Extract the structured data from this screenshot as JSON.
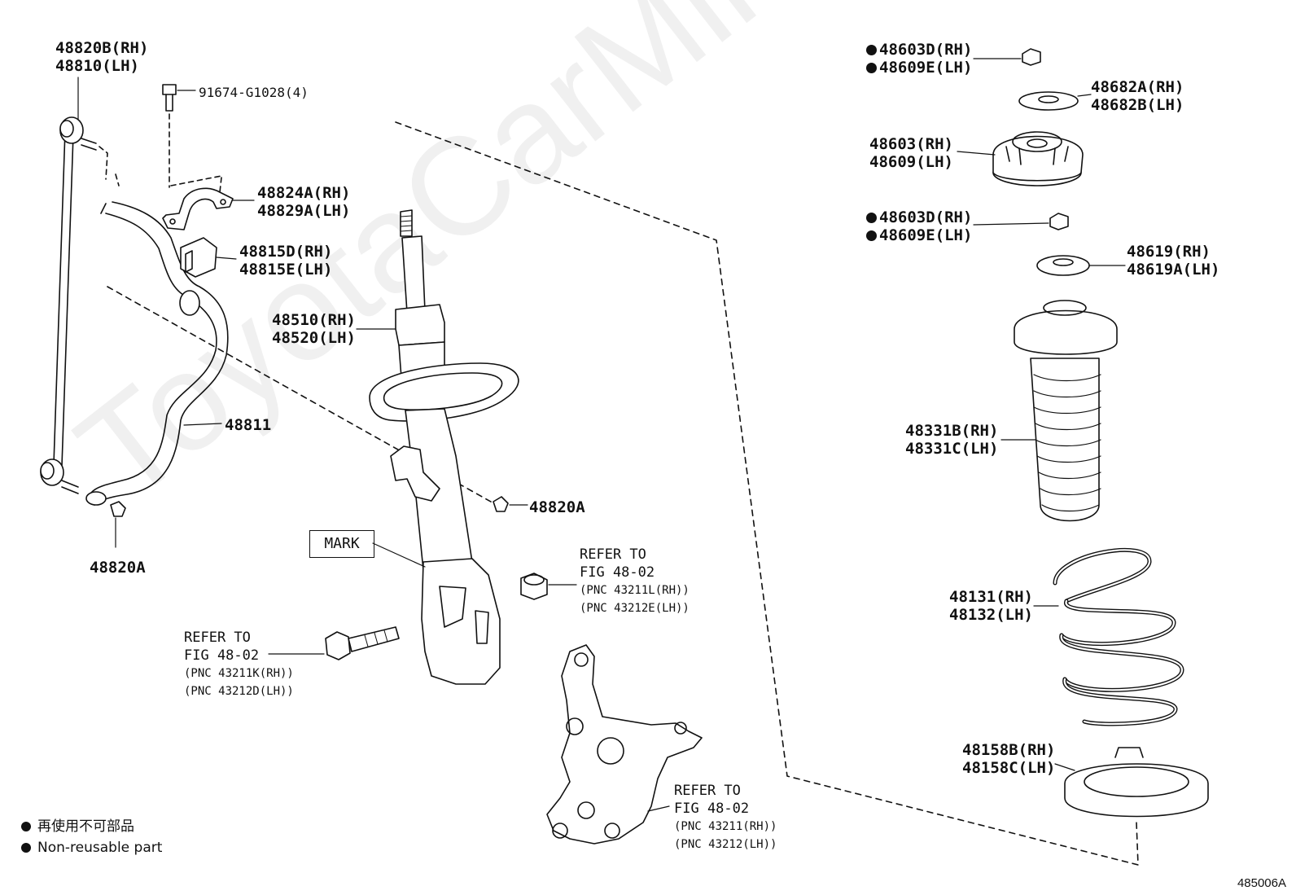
{
  "watermark": "ToyotaCarMirror.ru",
  "figure_code": "485006A",
  "legend": {
    "jp": "再使用不可部品",
    "en": "Non-reusable part"
  },
  "mark_label": "MARK",
  "labels": {
    "stab_link": [
      "48820B(RH)",
      "48810(LH)"
    ],
    "bolt": "91674-G1028(4)",
    "bracket": [
      "48824A(RH)",
      "48829A(LH)"
    ],
    "bushing": [
      "48815D(RH)",
      "48815E(LH)"
    ],
    "strut": [
      "48510(RH)",
      "48520(LH)"
    ],
    "stab_bar": "48811",
    "nut_mid": "48820A",
    "nut_left": "48820A",
    "top_nut": [
      "48603D(RH)",
      "48609E(LH)"
    ],
    "bearing": [
      "48682A(RH)",
      "48682B(LH)"
    ],
    "support": [
      "48603(RH)",
      "48609(LH)"
    ],
    "lower_nut": [
      "48603D(RH)",
      "48609E(LH)"
    ],
    "seat": [
      "48619(RH)",
      "48619A(LH)"
    ],
    "boot": [
      "48331B(RH)",
      "48331C(LH)"
    ],
    "spring": [
      "48131(RH)",
      "48132(LH)"
    ],
    "insulator": [
      "48158B(RH)",
      "48158C(LH)"
    ]
  },
  "refs": {
    "nut": [
      "REFER TO",
      "FIG 48-02",
      "(PNC 43211L(RH))",
      "(PNC 43212E(LH))"
    ],
    "bolt": [
      "REFER TO",
      "FIG 48-02",
      "(PNC 43211K(RH))",
      "(PNC 43212D(LH))"
    ],
    "knuckle": [
      "REFER TO",
      "FIG 48-02",
      "(PNC 43211(RH))",
      "(PNC 43212(LH))"
    ]
  },
  "colors": {
    "line": "#111111",
    "fill": "#ffffff"
  }
}
